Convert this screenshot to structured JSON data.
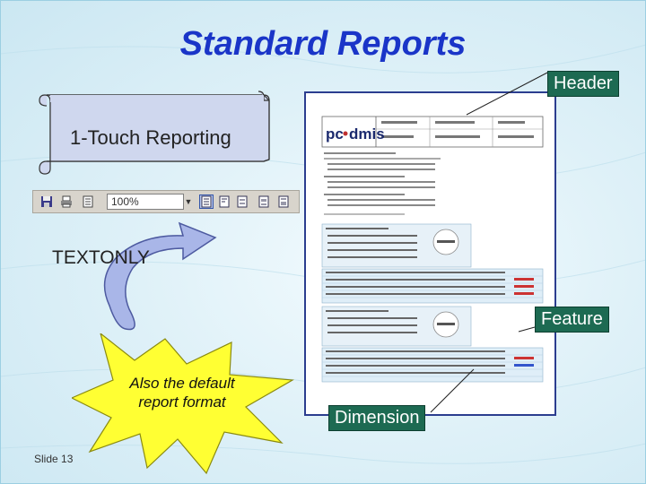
{
  "slide": {
    "title": "Standard Reports",
    "slide_number": "Slide 13"
  },
  "scroll_banner": {
    "text": "1-Touch Reporting"
  },
  "toolbar": {
    "zoom_value": "100%",
    "icons": [
      "save-icon",
      "print-icon",
      "print-preview-icon",
      "report-template-icons"
    ]
  },
  "mode_label": "TEXTONLY",
  "callouts": {
    "header": "Header",
    "feature": "Feature",
    "dimension": "Dimension"
  },
  "burst": {
    "line1": "Also the default",
    "line2": "report format"
  },
  "report": {
    "logo_prefix": "pc",
    "logo_suffix": "dmis"
  },
  "colors": {
    "title": "#1a35c8",
    "callout_bg": "#1d6a52",
    "scroll_fill": "#cfd7ee",
    "burst_fill": "#ffff33",
    "arrow_fill": "#a9b6e8",
    "doc_border": "#2b3d8f"
  }
}
